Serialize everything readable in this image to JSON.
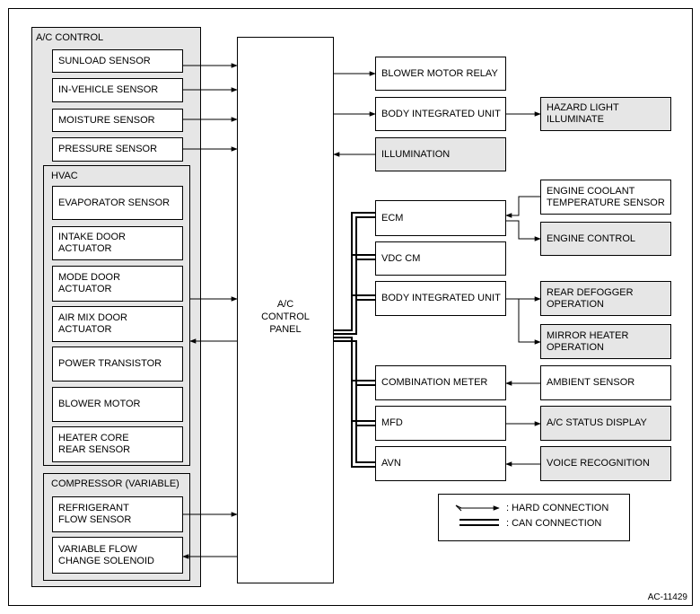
{
  "groups": {
    "ac_control": "A/C CONTROL",
    "hvac": "HVAC",
    "compressor": "COMPRESSOR (VARIABLE)"
  },
  "left_boxes": {
    "sunload": "SUNLOAD SENSOR",
    "in_vehicle": "IN-VEHICLE SENSOR",
    "moisture": "MOISTURE SENSOR",
    "pressure": "PRESSURE SENSOR",
    "evaporator": "EVAPORATOR SENSOR",
    "intake_door": "INTAKE DOOR\nACTUATOR",
    "mode_door": "MODE DOOR\nACTUATOR",
    "air_mix_door": "AIR MIX DOOR\nACTUATOR",
    "power_transistor": "POWER TRANSISTOR",
    "blower_motor": "BLOWER MOTOR",
    "heater_core": "HEATER CORE\nREAR SENSOR",
    "refrigerant_flow": "REFRIGERANT\nFLOW SENSOR",
    "variable_flow": "VARIABLE FLOW\nCHANGE SOLENOID"
  },
  "center": {
    "panel": "A/C\nCONTROL\nPANEL"
  },
  "right_boxes": {
    "blower_motor_relay": "BLOWER MOTOR RELAY",
    "body_integrated_unit_top": "BODY INTEGRATED UNIT",
    "illumination": "ILLUMINATION",
    "ecm": "ECM",
    "vdc_cm": "VDC CM",
    "body_integrated_unit_mid": "BODY INTEGRATED UNIT",
    "combination_meter": "COMBINATION METER",
    "mfd": "MFD",
    "avn": "AVN"
  },
  "far_right_boxes": {
    "hazard_light": "HAZARD LIGHT\nILLUMINATE",
    "engine_coolant": "ENGINE COOLANT\nTEMPERATURE SENSOR",
    "engine_control": "ENGINE CONTROL",
    "rear_defogger": "REAR DEFOGGER\nOPERATION",
    "mirror_heater": "MIRROR HEATER\nOPERATION",
    "ambient_sensor": "AMBIENT SENSOR",
    "ac_status_display": "A/C STATUS DISPLAY",
    "voice_recognition": "VOICE RECOGNITION"
  },
  "legend": {
    "hard": ": HARD CONNECTION",
    "can": ": CAN CONNECTION"
  },
  "figure_code": "AC-11429",
  "colors": {
    "line": "#000000",
    "gray_fill": "#e6e6e6",
    "white_fill": "#ffffff"
  }
}
